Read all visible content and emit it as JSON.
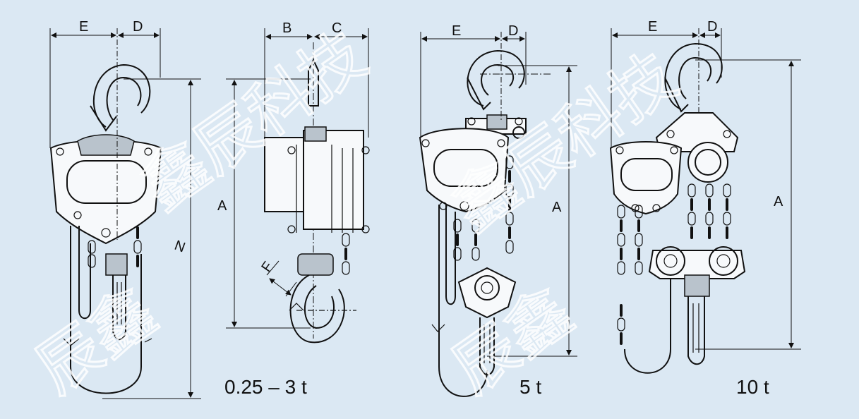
{
  "dimension_labels": {
    "a": "A",
    "b": "B",
    "c": "C",
    "d": "D",
    "e": "E",
    "f": "F",
    "n": "N"
  },
  "captions": {
    "small": "0.25 – 3 t",
    "medium": "5 t",
    "large": "10 t"
  },
  "watermark": {
    "top": "鑫辰科技",
    "bottom": "辰鑫"
  },
  "colors": {
    "background": "#dbe8f3",
    "line": "#111111",
    "shading": "#b9c3cc",
    "watermark": "#ffffff"
  }
}
